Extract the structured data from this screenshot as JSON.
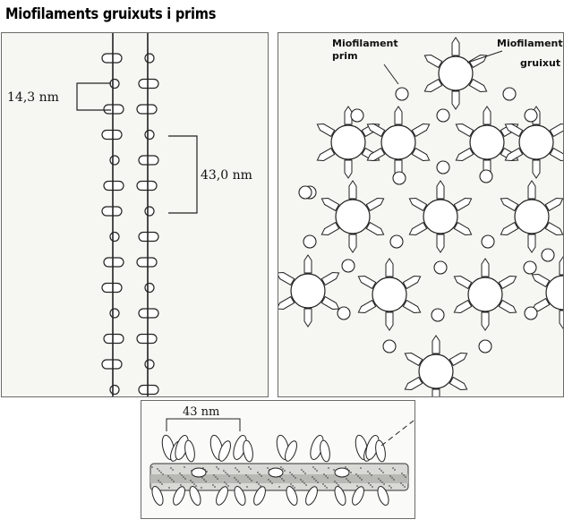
{
  "title": "Miofilaments gruixuts i prims",
  "left_panel": {
    "label_short": "14,3 nm",
    "label_long": "43,0 nm"
  },
  "right_panel": {
    "label_thin_line1": "Miofilament",
    "label_thin_line2": "prim",
    "label_thick_line1": "Miofilament",
    "label_thick_line2": "gruixut"
  },
  "bottom_panel": {
    "label_period": "43 nm"
  }
}
